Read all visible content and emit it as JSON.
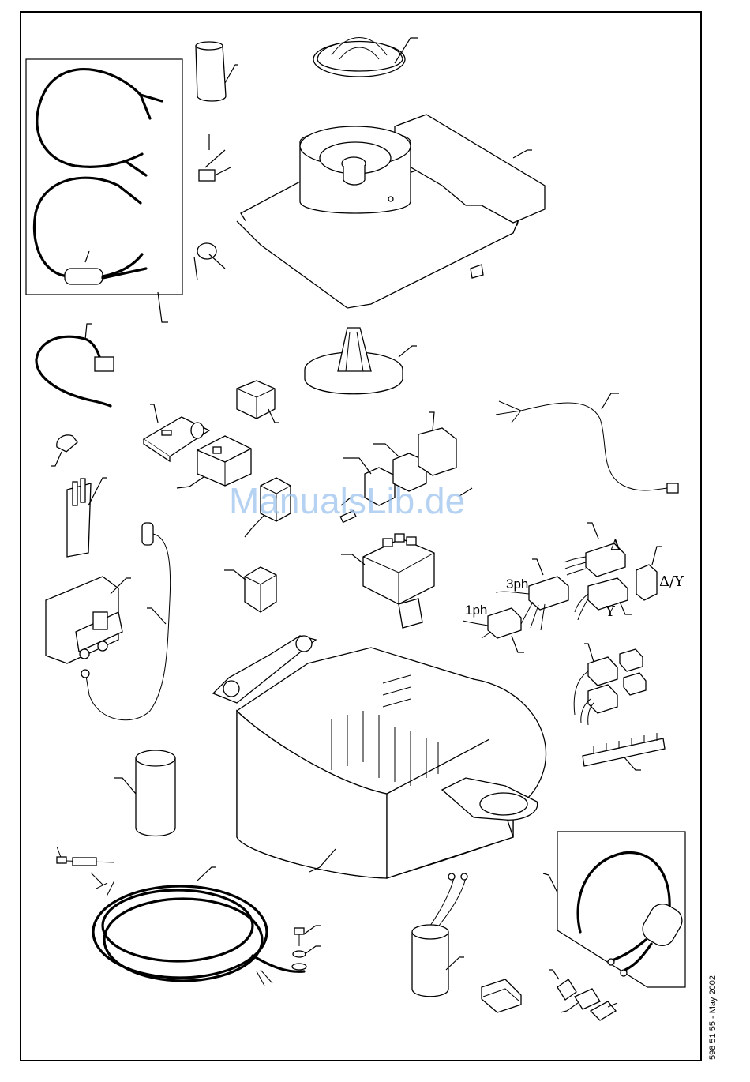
{
  "labels": {
    "delta": "Δ",
    "delta_y": "Δ/Y",
    "three_ph": "3ph",
    "y": "Y",
    "one_ph": "1ph"
  },
  "watermark": "ManualsLib.de",
  "doc_ref": "598 51 55 - May 2002"
}
